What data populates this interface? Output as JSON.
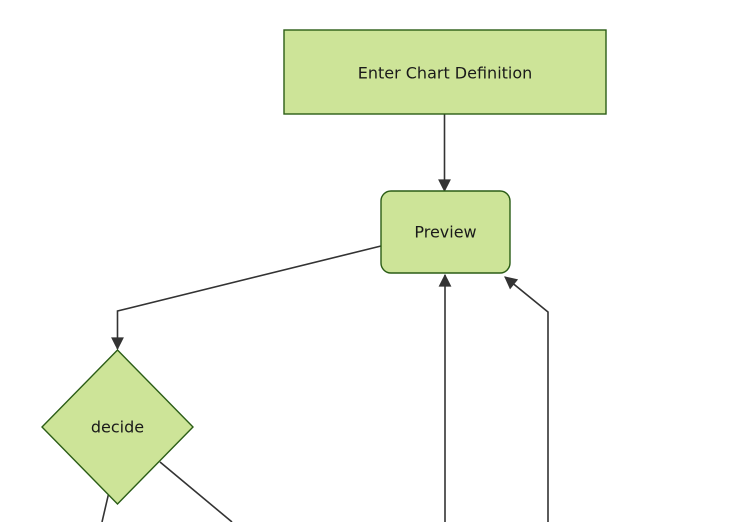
{
  "diagram": {
    "type": "flowchart",
    "direction": "top-down",
    "nodes": [
      {
        "id": "enter-chart-definition",
        "label": "Enter Chart Definition",
        "shape": "rectangle"
      },
      {
        "id": "preview",
        "label": "Preview",
        "shape": "rounded-rectangle"
      },
      {
        "id": "decide",
        "label": "decide",
        "shape": "diamond"
      }
    ],
    "edges": [
      {
        "from": "enter-chart-definition",
        "to": "preview",
        "arrowhead": true
      },
      {
        "from": "preview",
        "to": "decide",
        "arrowhead": true
      },
      {
        "from": "offscreen-bottom",
        "to": "preview",
        "arrowhead": true
      },
      {
        "from": "offscreen-bottom",
        "to": "preview-bottom-right-corner",
        "arrowhead": true
      },
      {
        "from": "decide",
        "to": "offscreen-bottom-left",
        "arrowhead": false
      },
      {
        "from": "decide",
        "to": "offscreen-bottom-right",
        "arrowhead": false
      }
    ],
    "colors": {
      "node_fill": "#cde498",
      "node_border": "#2b5d16",
      "edge": "#333333",
      "text": "#1a1a1a",
      "background": "#ffffff"
    }
  }
}
